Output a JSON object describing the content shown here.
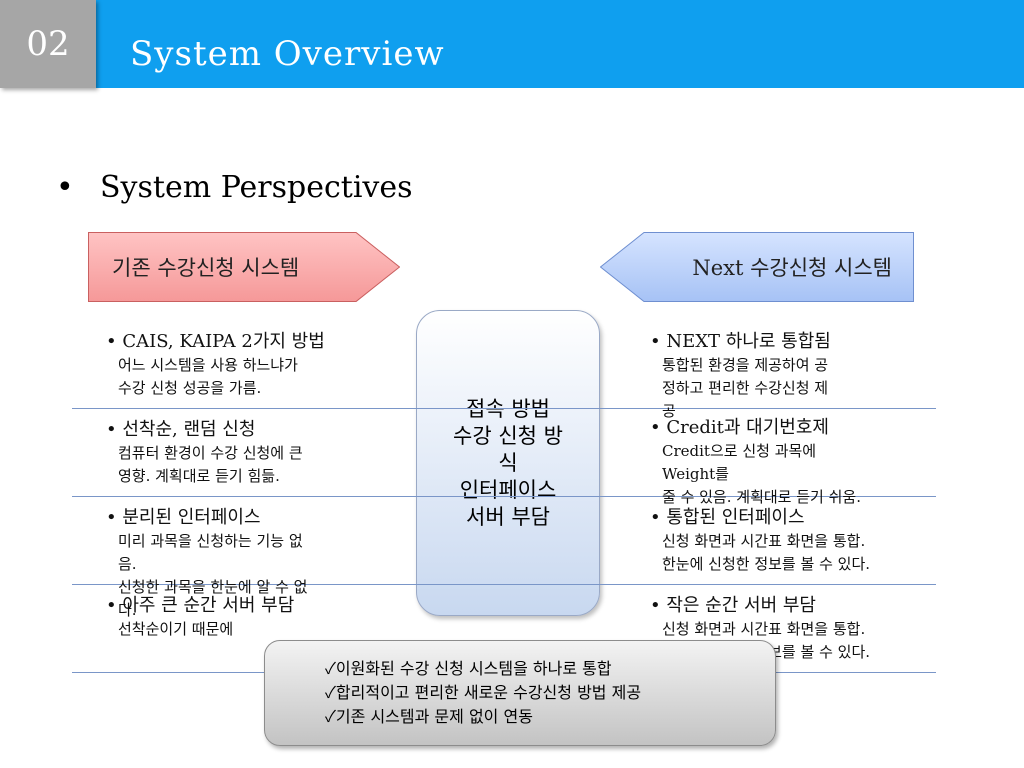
{
  "header": {
    "number": "02",
    "title": "System Overview"
  },
  "main_bullet": {
    "marker": "•",
    "text": "System Perspectives"
  },
  "left_arrow": {
    "label": "기존 수강신청 시스템"
  },
  "right_arrow": {
    "label": "Next 수강신청 시스템"
  },
  "center": {
    "lines": [
      "접속 방법",
      "수강 신청 방",
      "식",
      "인터페이스",
      "서버 부담"
    ]
  },
  "left_items": [
    {
      "head": "• CAIS, KAIPA 2가지 방법",
      "lines": [
        "어느 시스템을 사용 하느냐가",
        "수강 신청 성공을 가름."
      ]
    },
    {
      "head": "• 선착순, 랜덤 신청",
      "lines": [
        "컴퓨터 환경이 수강 신청에 큰",
        "영향. 계획대로 듣기 힘듦."
      ]
    },
    {
      "head": "• 분리된 인터페이스",
      "lines": [
        "미리 과목을 신청하는 기능 없",
        "음.",
        "신청한 과목을 한눈에 알 수 없",
        "다."
      ]
    },
    {
      "head": "• 아주 큰 순간 서버 부담",
      "lines": [
        "선착순이기 때문에"
      ]
    }
  ],
  "right_items": [
    {
      "head": "• NEXT 하나로 통합됨",
      "lines": [
        "통합된 환경을 제공하여 공",
        "정하고 편리한 수강신청 제",
        "공"
      ]
    },
    {
      "head": "• Credit과 대기번호제",
      "lines": [
        "Credit으로 신청 과목에",
        "Weight를",
        "줄 수 있음. 계획대로 듣기 쉬움."
      ]
    },
    {
      "head": "• 통합된 인터페이스",
      "lines": [
        "신청 화면과 시간표 화면을 통합.",
        "한눈에 신청한 정보를 볼 수 있다."
      ]
    },
    {
      "head": "• 작은 순간 서버 부담",
      "lines": [
        "신청 화면과 시간표 화면을 통합.",
        "한눈에 신청한 정보를 볼 수 있다."
      ]
    }
  ],
  "summary": {
    "lines": [
      "✓이원화된 수강 신청 시스템을 하나로 통합",
      "✓합리적이고 편리한 새로운 수강신청 방법 제공",
      "✓기존 시스템과 문제 없이 연동"
    ]
  },
  "colors": {
    "header_bar": "#0f9fef",
    "number_box": "#a6a6a6",
    "left_arrow": "#f59898",
    "right_arrow": "#a6c2f5",
    "divider": "#7a96c8"
  }
}
